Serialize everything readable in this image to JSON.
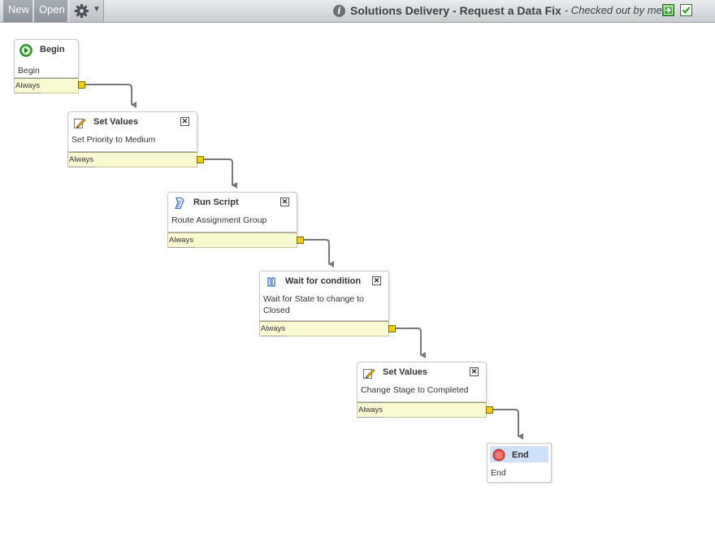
{
  "toolbar": {
    "new_label": "New",
    "open_label": "Open",
    "title": "Solutions Delivery - Request a Data Fix",
    "status": "- Checked out by me"
  },
  "activities": [
    {
      "id": "begin",
      "title": "Begin",
      "description": "Begin",
      "condition": "Always",
      "icon": "play-icon"
    },
    {
      "id": "set-values-1",
      "title": "Set Values",
      "description": "Set Priority to Medium",
      "condition": "Always",
      "icon": "pencil-icon"
    },
    {
      "id": "run-script",
      "title": "Run Script",
      "description": "Route Assignment Group",
      "condition": "Always",
      "icon": "script-icon"
    },
    {
      "id": "wait-condition",
      "title": "Wait for condition",
      "description": "Wait for State to change to Closed",
      "condition": "Always",
      "icon": "pause-icon"
    },
    {
      "id": "set-values-2",
      "title": "Set Values",
      "description": "Change Stage to Completed",
      "condition": "Always",
      "icon": "pencil-icon"
    },
    {
      "id": "end",
      "title": "End",
      "description": "End",
      "icon": "stop-icon"
    }
  ],
  "colors": {
    "condition_bg": "#fafad2",
    "port": "#f0d000",
    "end_header": "#cfe0f7",
    "connector": "#777777"
  }
}
